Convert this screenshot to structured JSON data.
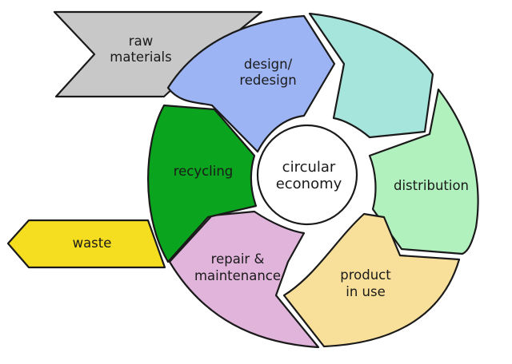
{
  "center": {
    "line1": "circular",
    "line2": "economy"
  },
  "inputs": {
    "raw_line1": "raw",
    "raw_line2": "materials"
  },
  "outputs": {
    "waste": "waste"
  },
  "stages": {
    "design": {
      "line1": "design/",
      "line2": "redesign",
      "color": "#9db4f4"
    },
    "production": {
      "color": "#a6e5dc"
    },
    "distribution": {
      "label": "distribution",
      "color": "#b1f1be"
    },
    "product_use": {
      "line1": "product",
      "line2": "in use",
      "color": "#f9e09a"
    },
    "repair": {
      "line1": "repair &",
      "line2": "maintenance",
      "color": "#e1b4dc"
    },
    "recycling": {
      "label": "recycling",
      "color": "#0aa41e"
    }
  },
  "colors": {
    "raw_materials": "#c8c8c8",
    "waste": "#f5dd1f",
    "outline": "#1a1a1a"
  }
}
